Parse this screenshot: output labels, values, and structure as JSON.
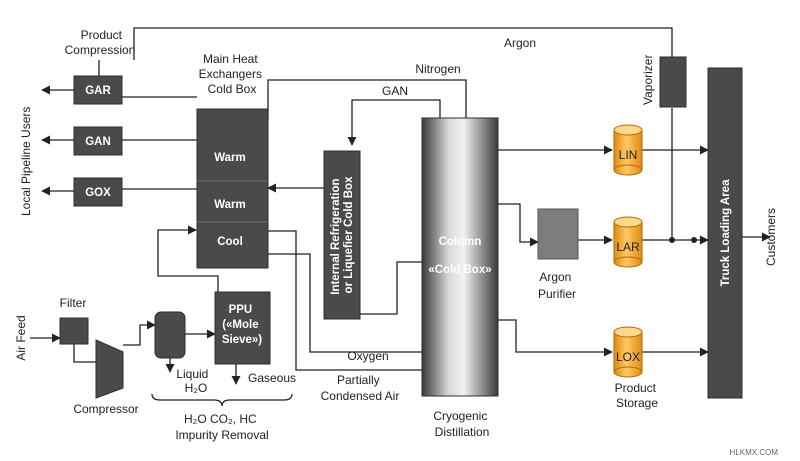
{
  "diagram": {
    "title_product_compression": [
      "Product",
      "Compression"
    ],
    "title_heat_exchangers": [
      "Main Heat",
      "Exchangers",
      "Cold Box"
    ],
    "label_argon": "Argon",
    "label_nitrogen": "Nitrogen",
    "label_gan_top": "GAN",
    "label_vaporizer": "Vaporizer",
    "label_local_pipeline_users": "Local Pipeline Users",
    "box_gar": "GAR",
    "box_gan": "GAN",
    "box_gox": "GOX",
    "hx_warm1": "Warm",
    "hx_warm2": "Warm",
    "hx_cool": "Cool",
    "refrigeration_box": [
      "Internal Refrigeration",
      "or Liquefier Cold Box"
    ],
    "column_label": "Column",
    "cold_box_label": "«Cold Box»",
    "lin": "LIN",
    "lar": "LAR",
    "lox": "LOX",
    "argon_purifier": [
      "Argon",
      "Purifier"
    ],
    "truck_loading_area": "Truck Loading Area",
    "customers": "Customers",
    "product_storage": [
      "Product",
      "Storage"
    ],
    "filter": "Filter",
    "air_feed": "Air Feed",
    "compressor": "Compressor",
    "ppu": [
      "PPU",
      "(«Mole",
      "Sieve»)"
    ],
    "liquid_h2o": [
      "Liquid",
      "H₂O"
    ],
    "gaseous": "Gaseous",
    "impurity_removal": [
      "H₂O CO₂, HC",
      "Impurity Removal"
    ],
    "oxygen": "Oxygen",
    "partially_condensed_air": [
      "Partially",
      "Condensed Air"
    ],
    "cryogenic_distillation": [
      "Cryogenic",
      "Distillation"
    ],
    "watermark": "HLKMX.COM"
  },
  "colors": {
    "dark_box": "#4a4a4a",
    "tank_fill": "#f5a623",
    "line": "#222222"
  }
}
